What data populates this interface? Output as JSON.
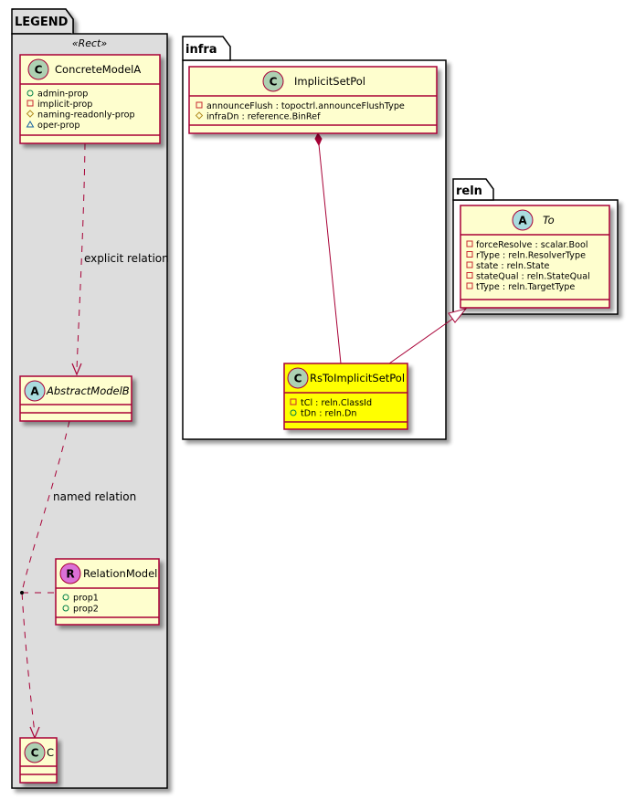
{
  "colors": {
    "class_fill": "#FEFECE",
    "class_border": "#A80036",
    "highlight_fill": "#FFFF00",
    "legend_fill": "#DDDDDD",
    "package_border": "#000000",
    "edge": "#A80036",
    "spot_class": "#ADD1B2",
    "spot_abstract": "#A9DCDF",
    "spot_relation": "#DA70D6",
    "vis_public": "#038048",
    "vis_private": "#C82930",
    "vis_protected": "#B38D22",
    "vis_package": "#1963A0"
  },
  "packages": {
    "legend": {
      "label": "LEGEND",
      "stereotype": "«Rect»"
    },
    "infra": {
      "label": "infra"
    },
    "reln": {
      "label": "reln"
    }
  },
  "classes": {
    "concrete_model_a": {
      "name": "ConcreteModelA",
      "kind": "class",
      "spot": "C",
      "attributes": [
        {
          "vis": "public",
          "text": "admin-prop"
        },
        {
          "vis": "private",
          "text": "implicit-prop"
        },
        {
          "vis": "protected",
          "text": "naming-readonly-prop"
        },
        {
          "vis": "package",
          "text": "oper-prop"
        }
      ]
    },
    "abstract_model_b": {
      "name": "AbstractModelB",
      "kind": "abstract",
      "spot": "A",
      "attributes": []
    },
    "relation_model": {
      "name": "RelationModel",
      "kind": "relation",
      "spot": "R",
      "attributes": [
        {
          "vis": "public",
          "text": "prop1"
        },
        {
          "vis": "public",
          "text": "prop2"
        }
      ]
    },
    "c": {
      "name": "C",
      "kind": "class",
      "spot": "C",
      "attributes": []
    },
    "implicit_set_pol": {
      "name": "ImplicitSetPol",
      "kind": "class",
      "spot": "C",
      "attributes": [
        {
          "vis": "private",
          "text": "announceFlush : topoctrl.announceFlushType"
        },
        {
          "vis": "protected",
          "text": "infraDn : reference.BinRef"
        }
      ]
    },
    "rs_to_implicit_set_pol": {
      "name": "RsToImplicitSetPol",
      "kind": "class",
      "spot": "C",
      "highlight": true,
      "attributes": [
        {
          "vis": "private",
          "text": "tCl : reln.ClassId"
        },
        {
          "vis": "public",
          "text": "tDn : reln.Dn"
        }
      ]
    },
    "to": {
      "name": "To",
      "kind": "abstract",
      "spot": "A",
      "attributes": [
        {
          "vis": "private",
          "text": "forceResolve : scalar.Bool"
        },
        {
          "vis": "private",
          "text": "rType : reln.ResolverType"
        },
        {
          "vis": "private",
          "text": "state : reln.State"
        },
        {
          "vis": "private",
          "text": "stateQual : reln.StateQual"
        },
        {
          "vis": "private",
          "text": "tType : reln.TargetType"
        }
      ]
    }
  },
  "edges": {
    "explicit": {
      "label": "explicit relation",
      "from": "ConcreteModelA",
      "to": "AbstractModelB",
      "type": "dependency"
    },
    "named": {
      "label": "named relation",
      "from": "AbstractModelB",
      "to": "C",
      "type": "dependency",
      "association_class": "RelationModel"
    },
    "composition": {
      "label": "",
      "from": "ImplicitSetPol",
      "to": "RsToImplicitSetPol",
      "type": "composition"
    },
    "inheritance": {
      "label": "",
      "from": "RsToImplicitSetPol",
      "to": "To",
      "type": "generalization"
    }
  }
}
